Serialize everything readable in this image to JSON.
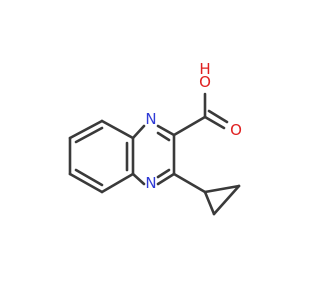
{
  "molecule": {
    "atoms": [
      {
        "id": "n1",
        "label": "N",
        "color": "#2f3bd6"
      },
      {
        "id": "n4",
        "label": "N",
        "color": "#2f3bd6"
      },
      {
        "id": "o_hydroxyl",
        "label": "O",
        "color": "#e02020"
      },
      {
        "id": "h_hydroxyl",
        "label": "H",
        "color": "#e02020"
      },
      {
        "id": "o_carbonyl",
        "label": "O",
        "color": "#e02020"
      }
    ],
    "bond_color": "#3a3a3a",
    "background": "#ffffff"
  }
}
